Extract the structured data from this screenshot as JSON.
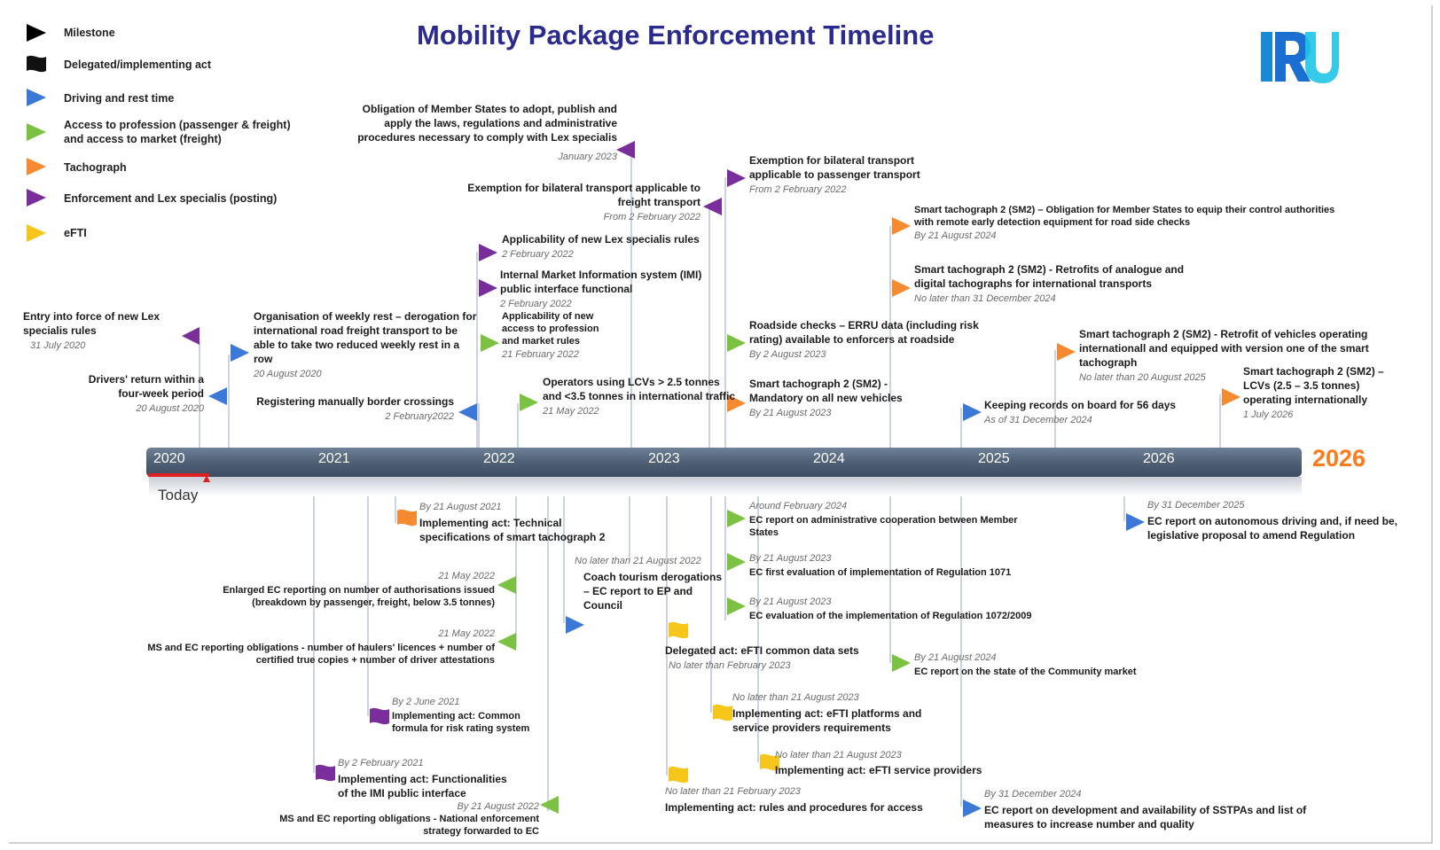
{
  "title": "Mobility Package Enforcement Timeline",
  "logo_text": "IRU",
  "colors": {
    "milestone": "#000000",
    "delegated": "#111111",
    "driving_rest": "#3b78d8",
    "access_profession": "#7cc242",
    "tachograph": "#f58a30",
    "enforcement": "#7a2e9c",
    "efti": "#f6c61b",
    "title": "#2b2b8f",
    "accent_2026": "#ff7a1a"
  },
  "legend": [
    {
      "label": "Milestone",
      "icon": "black-flag-icon"
    },
    {
      "label": "Delegated/implementing act",
      "icon": "black-banner-icon"
    },
    {
      "label": "Driving and rest time",
      "icon": "blue-flag-icon"
    },
    {
      "label": "Access to profession (passenger & freight) and access to market (freight)",
      "icon": "green-flag-icon"
    },
    {
      "label": "Tachograph",
      "icon": "orange-flag-icon"
    },
    {
      "label": "Enforcement and Lex specialis (posting)",
      "icon": "purple-flag-icon"
    },
    {
      "label": "eFTI",
      "icon": "yellow-flag-icon"
    }
  ],
  "axis": {
    "years": [
      "2020",
      "2021",
      "2022",
      "2023",
      "2024",
      "2025",
      "2026"
    ],
    "end_label": "2026",
    "today_label": "Today"
  },
  "above": [
    {
      "text": "Entry into force of new Lex specialis rules",
      "date": "31 July  2020"
    },
    {
      "text": "Drivers' return within a four-week period",
      "date": "20 August 2020"
    },
    {
      "text": "Organisation of weekly rest – derogation for international road freight transport to be able to take two reduced weekly rest in a row",
      "date": "20 August 2020"
    },
    {
      "text": "Registering manually border crossings",
      "date": "2 February2022"
    },
    {
      "text": "Obligation of Member States to adopt, publish and apply the laws, regulations and administrative procedures necessary to comply with Lex specialis",
      "date": "January 2023"
    },
    {
      "text": "Exemption for bilateral transport applicable to freight transport",
      "date": "From 2 February 2022"
    },
    {
      "text": "Applicability  of new Lex specialis rules",
      "date": "2 February 2022"
    },
    {
      "text": "Internal Market Information system (IMI) public interface functional",
      "date": "2 February  2022"
    },
    {
      "text": "Applicability  of new access to profession and market rules",
      "date": "21 February 2022"
    },
    {
      "text": "Operators using LCVs > 2.5 tonnes and <3.5 tonnes in international traffic",
      "date": "21 May 2022"
    },
    {
      "text": "Exemption for bilateral transport applicable to passenger transport",
      "date": "From 2 February 2022"
    },
    {
      "text": "Roadside checks – ERRU data (including risk rating) available to enforcers at roadside",
      "date": "By 2 August 2023"
    },
    {
      "text": "Smart tachograph 2 (SM2) - Mandatory on all new vehicles",
      "date": "By 21 August 2023"
    },
    {
      "text": "Smart tachograph 2 (SM2)  – Obligation for Member States to equip their control authorities with remote early detection equipment for road side checks",
      "date": "By 21 August 2024"
    },
    {
      "text": "Smart tachograph 2 (SM2)  - Retrofits of analogue and digital tachographs for international transports",
      "date": "No later than 31 December 2024"
    },
    {
      "text": "Keeping records on board for 56 days",
      "date": "As of 31 December 2024"
    },
    {
      "text": "Smart tachograph 2 (SM2) - Retrofit of vehicles operating internationall and equipped with version one of the smart tachograph",
      "date": "No later than 20 August  2025"
    },
    {
      "text": "Smart tachograph 2 (SM2) – LCVs (2.5 – 3.5 tonnes) operating internationally",
      "date": "1 July 2026"
    }
  ],
  "below": [
    {
      "text": "Implementing act: Technical specifications of smart tachograph 2",
      "date": "By 21 August  2021"
    },
    {
      "text": "Enlarged EC reporting on number of authorisations issued (breakdown by passenger, freight, below 3.5 tonnes)",
      "date": "21 May  2022"
    },
    {
      "text": "MS and EC reporting obligations - number of haulers' licences + number of certified true copies + number of driver attestations",
      "date": "21 May 2022"
    },
    {
      "text": "Implementing act: Common formula for risk rating system",
      "date": "By 2 June 2021"
    },
    {
      "text": "Implementing act: Functionalities of the IMI public interface",
      "date": "By 2 February  2021"
    },
    {
      "text": "MS and EC reporting obligations - National enforcement strategy forwarded to EC",
      "date": "By 21 August  2022"
    },
    {
      "text": "Coach tourism derogations – EC report to EP and Council",
      "date": "No later than 21 August  2022"
    },
    {
      "text": "Delegated act: eFTI common data sets",
      "date": "No later than February  2023"
    },
    {
      "text": "Implementing act: eFTI platforms and service providers requirements",
      "date": "No later than 21 August 2023"
    },
    {
      "text": "Implementing act: eFTI service providers",
      "date": "No later than 21 August  2023"
    },
    {
      "text": "Implementing act: rules and procedures for access",
      "date": "No later than 21 February 2023"
    },
    {
      "text": "EC report on administrative cooperation between Member States",
      "date": "Around February 2024"
    },
    {
      "text": "EC first evaluation of implementation of Regulation 1071",
      "date": "By 21 August 2023"
    },
    {
      "text": "EC evaluation of the implementation of Regulation 1072/2009",
      "date": "By 21 August 2023"
    },
    {
      "text": "EC report on the state of the Community market",
      "date": "By 21 August  2024"
    },
    {
      "text": "EC report on development and availability of SSTPAs and list of measures to increase number and quality",
      "date": "By 31 December 2024"
    },
    {
      "text": "EC report on autonomous driving and, if need be, legislative proposal to amend Regulation",
      "date": "By 31 December 2025"
    }
  ]
}
